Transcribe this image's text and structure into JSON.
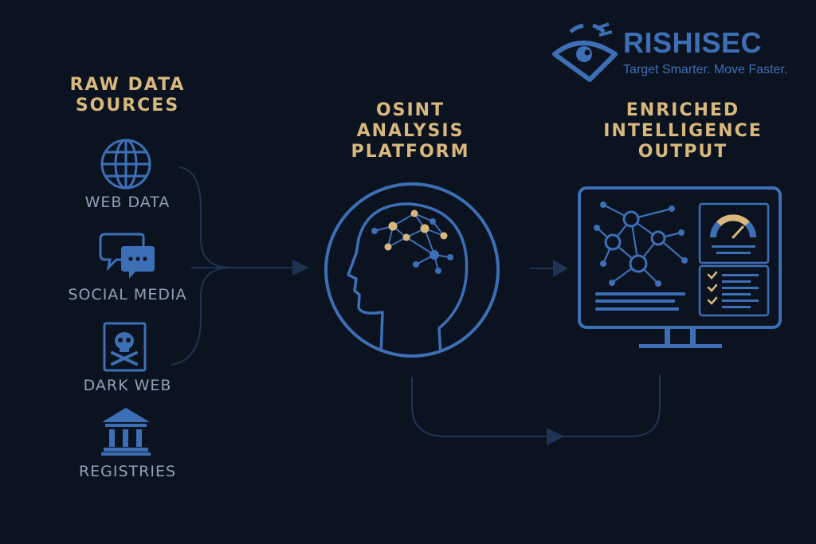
{
  "brand": {
    "name": "RISHISEC",
    "tagline": "Target Smarter. Move Faster."
  },
  "columns": {
    "sources": {
      "title_lines": [
        "RAW DATA",
        "SOURCES"
      ]
    },
    "platform": {
      "title_lines": [
        "OSINT",
        "ANALYSIS",
        "PLATFORM"
      ]
    },
    "output": {
      "title_lines": [
        "ENRICHED",
        "INTELLIGENCE",
        "OUTPUT"
      ]
    }
  },
  "sources": [
    {
      "label": "WEB DATA",
      "icon": "globe-icon"
    },
    {
      "label": "SOCIAL MEDIA",
      "icon": "chat-bubbles-icon"
    },
    {
      "label": "DARK WEB",
      "icon": "skull-crossbones-icon"
    },
    {
      "label": "REGISTRIES",
      "icon": "government-building-icon"
    }
  ],
  "colors": {
    "background": "#0c1320",
    "accent_blue": "#3d6fb6",
    "accent_gold": "#d9b87d",
    "label_gray": "#8fa1b8",
    "connector": "#1f3452"
  }
}
